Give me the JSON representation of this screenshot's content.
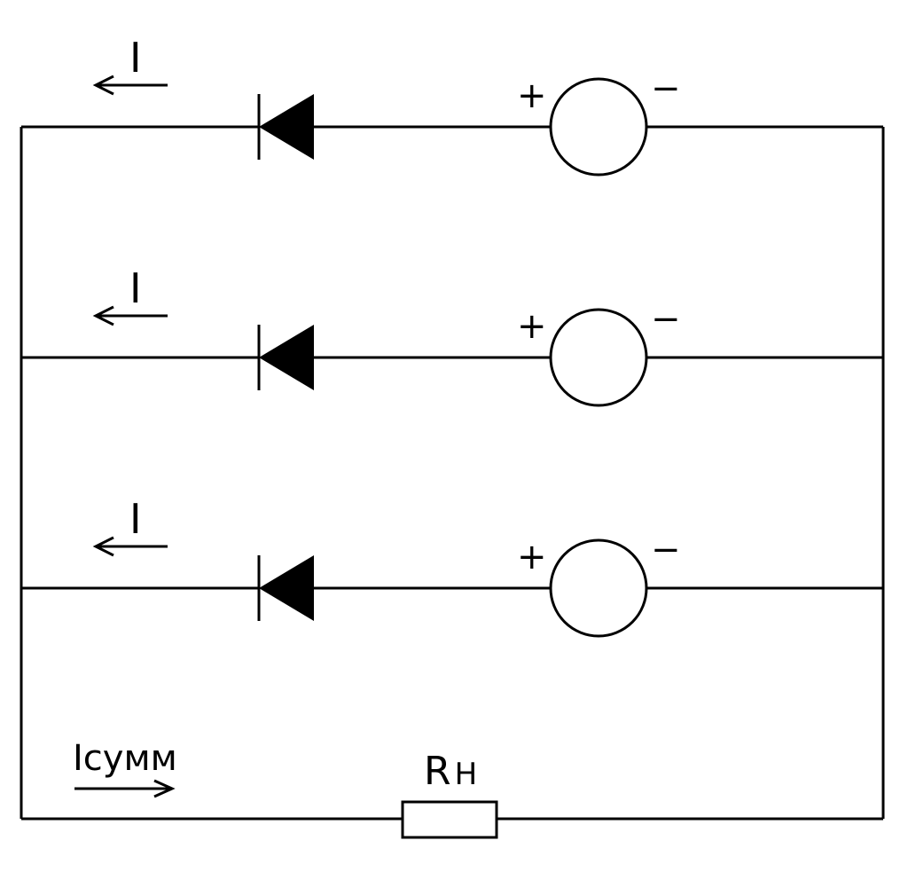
{
  "diagram": {
    "type": "circuit",
    "description": "Three parallel branches, each a diode in series with a voltage source, feeding a load resistor",
    "colors": {
      "line": "#000000",
      "background": "#ffffff"
    },
    "branches": [
      {
        "current_label": "I",
        "current_direction": "left",
        "diode": "diode",
        "source_plus": "+",
        "source_minus": "−"
      },
      {
        "current_label": "I",
        "current_direction": "left",
        "diode": "diode",
        "source_plus": "+",
        "source_minus": "−"
      },
      {
        "current_label": "I",
        "current_direction": "left",
        "diode": "diode",
        "source_plus": "+",
        "source_minus": "−"
      }
    ],
    "load": {
      "label_main": "R",
      "label_sub": "Н",
      "current_label": "Iсумм",
      "current_direction": "right"
    }
  }
}
